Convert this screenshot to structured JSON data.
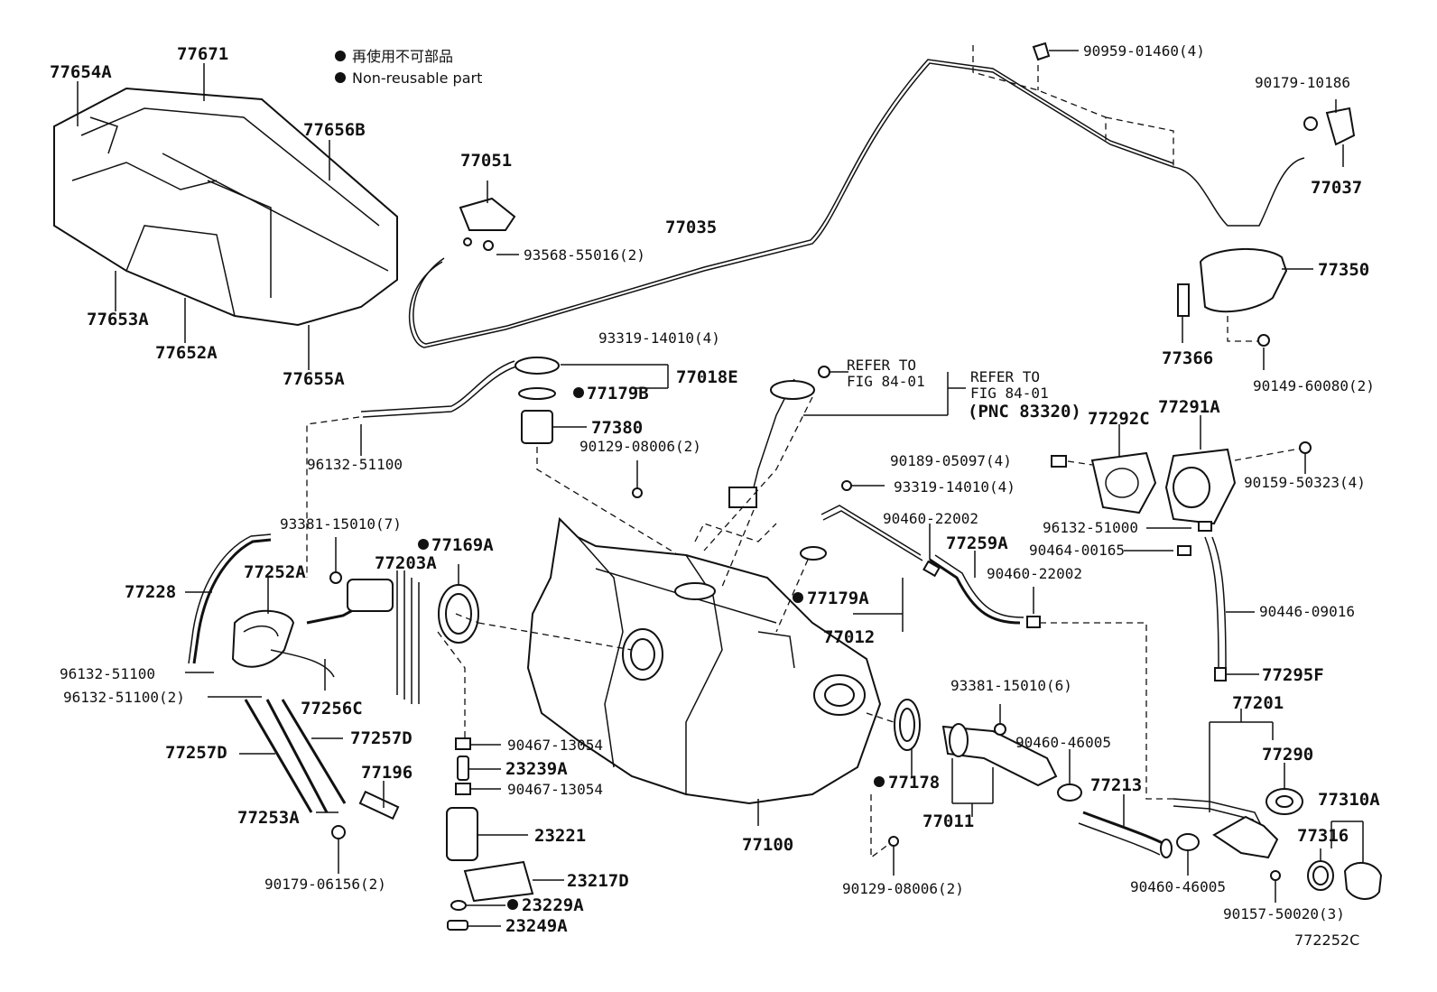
{
  "legend": {
    "line1": "再使用不可部品",
    "line2": "Non-reusable part"
  },
  "refer": {
    "a_line1": "REFER TO",
    "a_line2": "FIG 84-01",
    "b_line1": "REFER TO",
    "b_line2": "FIG 84-01",
    "b_line3": "(PNC 83320)"
  },
  "figure_code": "772252C",
  "labels": {
    "p77654A": "77654A",
    "p77671": "77671",
    "p77656B": "77656B",
    "p77653A": "77653A",
    "p77652A": "77652A",
    "p77655A": "77655A",
    "p77051": "77051",
    "p93568": "93568-55016(2)",
    "p77035": "77035",
    "p90959": "90959-01460(4)",
    "p90179_10186": "90179-10186",
    "p77037": "77037",
    "p77350": "77350",
    "p77366": "77366",
    "p90149": "90149-60080(2)",
    "p93319_a": "93319-14010(4)",
    "p77018E": "77018E",
    "p77179B": "77179B",
    "p77380": "77380",
    "p90129_a": "90129-08006(2)",
    "p96132_a": "96132-51100",
    "p93381_a": "93381-15010(7)",
    "p77169A": "77169A",
    "p77228": "77228",
    "p77252A": "77252A",
    "p77203A": "77203A",
    "p96132_b": "96132-51100",
    "p96132_c": "96132-51100(2)",
    "p77256C": "77256C",
    "p77257D_r": "77257D",
    "p77257D_l": "77257D",
    "p77196": "77196",
    "p77253A": "77253A",
    "p90179_06156": "90179-06156(2)",
    "p90467_a": "90467-13054",
    "p23239A": "23239A",
    "p90467_b": "90467-13054",
    "p23221": "23221",
    "p23217D": "23217D",
    "p23229A": "23229A",
    "p23249A": "23249A",
    "p77100": "77100",
    "p90189": "90189-05097(4)",
    "p77292C": "77292C",
    "p77291A": "77291A",
    "p90159": "90159-50323(4)",
    "p93319_b": "93319-14010(4)",
    "p90460_22002_a": "90460-22002",
    "p77259A": "77259A",
    "p96132_51000": "96132-51000",
    "p90464": "90464-00165",
    "p90460_22002_b": "90460-22002",
    "p77179A": "77179A",
    "p77012": "77012",
    "p90446": "90446-09016",
    "p77295F": "77295F",
    "p93381_b": "93381-15010(6)",
    "p90460_46005_a": "90460-46005",
    "p77213": "77213",
    "p77201": "77201",
    "p77290": "77290",
    "p77310A": "77310A",
    "p77316": "77316",
    "p77178": "77178",
    "p77011": "77011",
    "p90129_b": "90129-08006(2)",
    "p90460_46005_b": "90460-46005",
    "p90157": "90157-50020(3)"
  }
}
